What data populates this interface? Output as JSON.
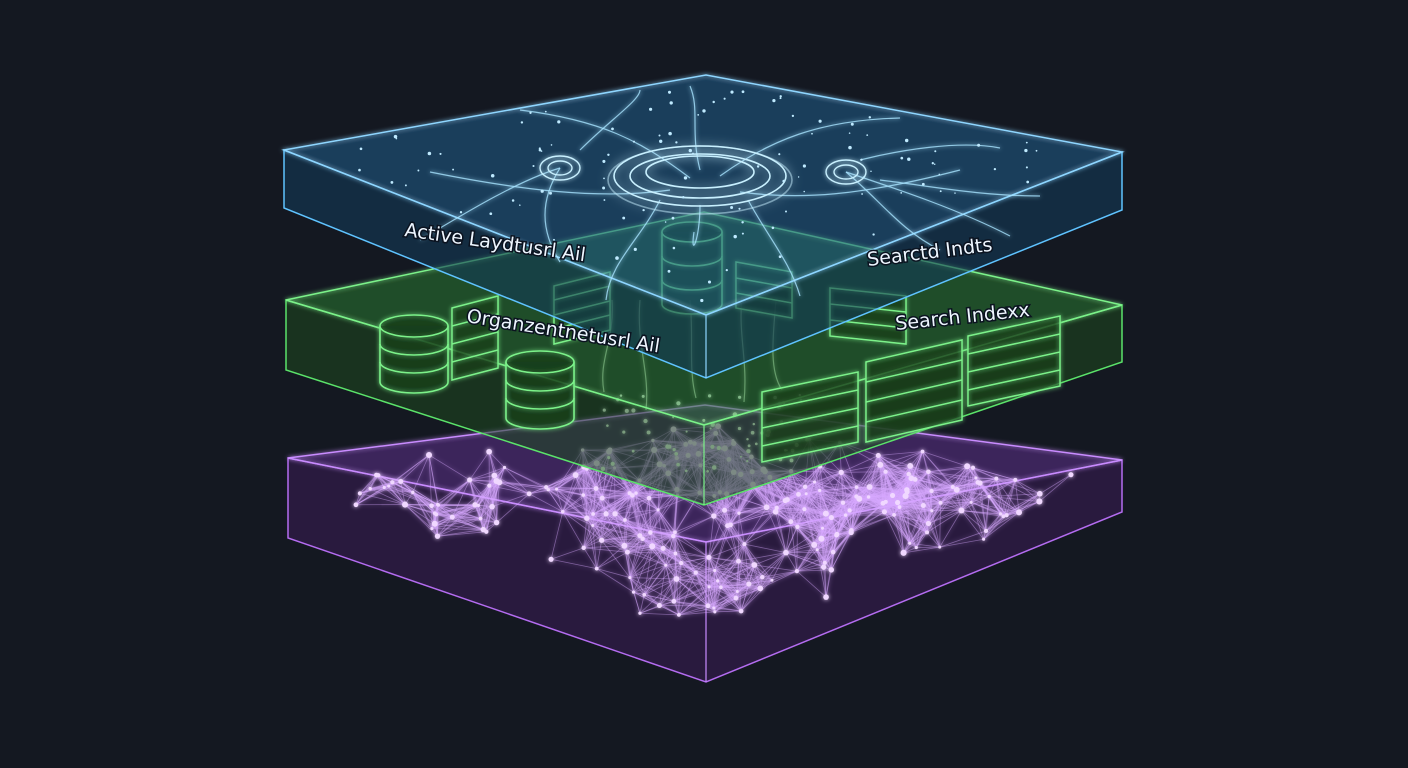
{
  "diagram": {
    "colors": {
      "background": "#141821",
      "top_layer": "#5fc3ff",
      "middle_layer": "#5be36a",
      "bottom_layer": "#b46cf0",
      "label": "#eef6ff"
    },
    "layers": [
      {
        "id": "top",
        "labels": [
          "Active Laydtusrl Ail",
          "Searctd Indts"
        ]
      },
      {
        "id": "middle",
        "labels": [
          "Organzentnetusrl Ail",
          "Search Indexx"
        ]
      },
      {
        "id": "bottom",
        "labels": []
      }
    ]
  }
}
